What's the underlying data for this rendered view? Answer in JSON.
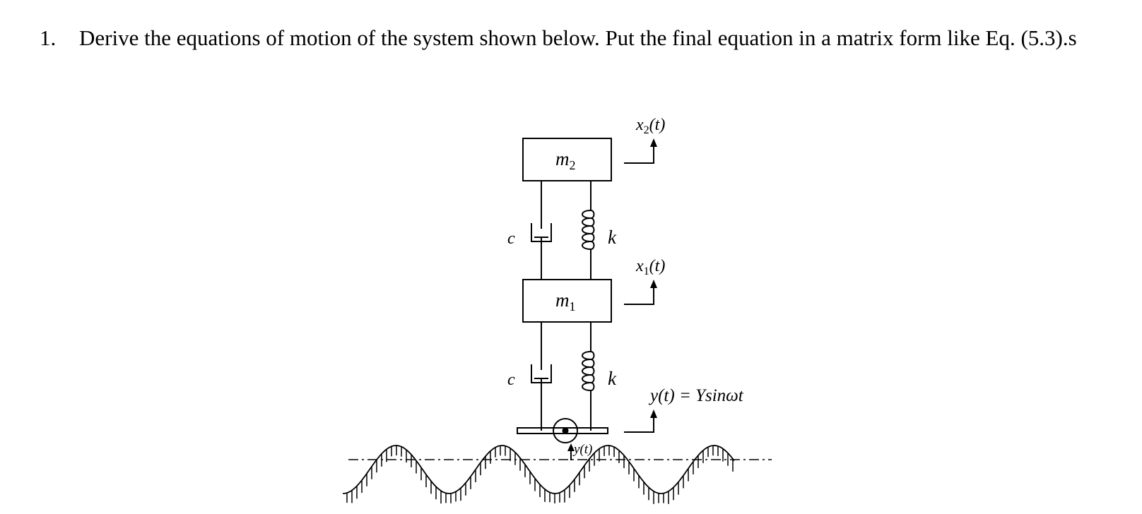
{
  "question": {
    "number": "1.",
    "text": "Derive the equations of motion of the system shown below. Put the final equation in a matrix form like Eq. (5.3).s"
  },
  "diagram": {
    "labels": {
      "m2": "m",
      "m2_sub": "2",
      "m1": "m",
      "m1_sub": "1",
      "c_upper": "c",
      "c_lower": "c",
      "k_upper": "k",
      "k_lower": "k",
      "x2": "x",
      "x2_sub": "2",
      "x2_arg": "(t)",
      "x1": "x",
      "x1_sub": "1",
      "x1_arg": "(t)",
      "y_eq": "y(t) = Ysinωt",
      "y_road": "y(t)"
    }
  }
}
